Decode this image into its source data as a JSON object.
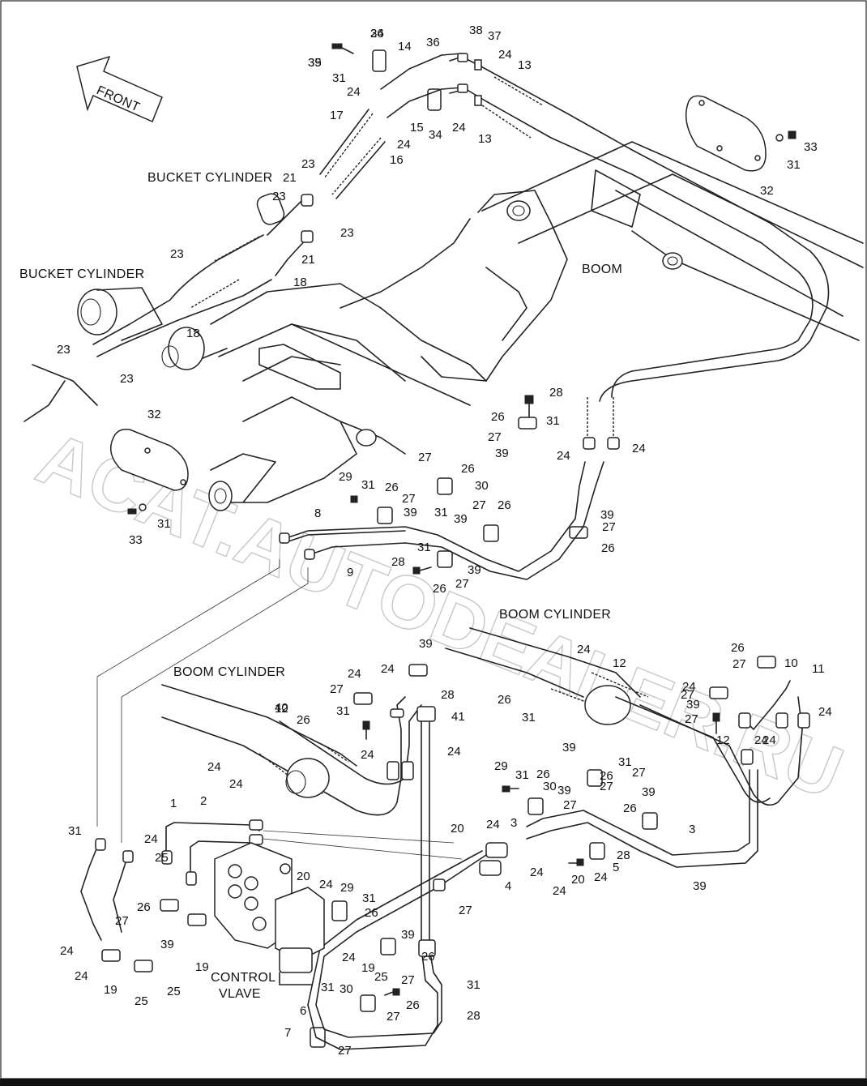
{
  "diagram": {
    "front_arrow_label": "FRONT",
    "watermark": "ACAT.AUTODEALER.RU",
    "captions": {
      "bucket_cylinder_top": "BUCKET CYLINDER",
      "bucket_cylinder_left": "BUCKET CYLINDER",
      "boom": "BOOM",
      "boom_cylinder_right": "BOOM CYLINDER",
      "boom_cylinder_left": "BOOM CYLINDER",
      "control_valve_line1": "CONTROL",
      "control_valve_line2": "VLAVE"
    },
    "part_numbers": [
      "34",
      "35",
      "31",
      "14",
      "36",
      "38",
      "37",
      "24",
      "13",
      "24",
      "17",
      "15",
      "34",
      "24",
      "13",
      "24",
      "16",
      "33",
      "31",
      "32",
      "23",
      "21",
      "23",
      "23",
      "21",
      "18",
      "23",
      "18",
      "23",
      "23",
      "32",
      "31",
      "33",
      "28",
      "26",
      "31",
      "27",
      "39",
      "27",
      "26",
      "29",
      "31",
      "26",
      "30",
      "27",
      "39",
      "31",
      "39",
      "27",
      "26",
      "8",
      "39",
      "27",
      "9",
      "28",
      "31",
      "26",
      "27",
      "39",
      "24",
      "24",
      "26",
      "24",
      "12",
      "26",
      "27",
      "10",
      "11",
      "24",
      "39",
      "27",
      "27",
      "26",
      "31",
      "24",
      "12",
      "39",
      "24",
      "27",
      "31",
      "28",
      "41",
      "40",
      "26",
      "24",
      "24",
      "24",
      "24",
      "12",
      "24",
      "24",
      "24",
      "39",
      "26",
      "27",
      "31",
      "29",
      "31",
      "26",
      "30",
      "27",
      "39",
      "27",
      "26",
      "39",
      "2",
      "1",
      "24",
      "25",
      "3",
      "3",
      "20",
      "24",
      "4",
      "24",
      "20",
      "24",
      "29",
      "31",
      "26",
      "27",
      "39",
      "24",
      "20",
      "24",
      "5",
      "28",
      "31",
      "26",
      "27",
      "39",
      "24",
      "19",
      "25",
      "24",
      "19",
      "25",
      "24",
      "19",
      "25",
      "39",
      "27",
      "26",
      "31",
      "30",
      "27",
      "26",
      "31",
      "28",
      "6",
      "7",
      "27",
      "26",
      "39"
    ]
  }
}
